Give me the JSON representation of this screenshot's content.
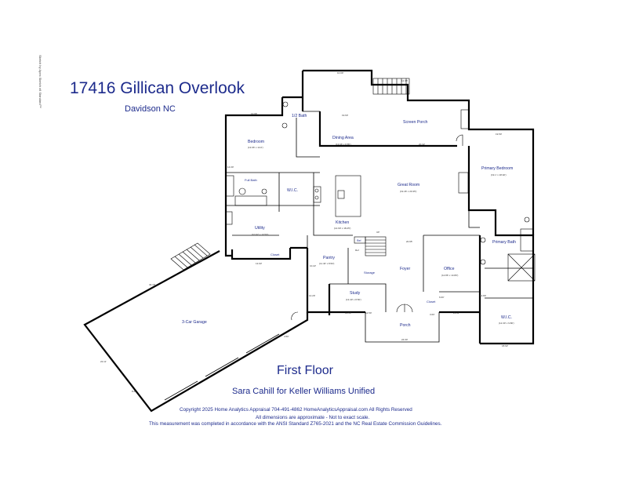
{
  "property": {
    "address": "17416 Gillican Overlook",
    "city": "Davidson NC",
    "side_credit": "Sketch by Apex Sketch v6 Standard™"
  },
  "floor": {
    "label": "First Floor",
    "agent": "Sara Cahill for Keller Williams Unified"
  },
  "footer": {
    "copyright": "Copyright 2025 Home Analytics Appraisal  704-491-4862  HomeAnalyticsAppraisal.com All Rights Reserved",
    "approx": "All dimensions are approximate - Not to exact scale.",
    "standard": "This measurement was completed in accordance with the ANSI Standard Z765-2021 and the NC Real Estate Commission Guidelines."
  },
  "rooms": {
    "half_bath": "1/2 Bath",
    "dining": "Dining Area",
    "dining_dim": "(13.96' x 8.85')",
    "screen_porch": "Screen Porch",
    "bedroom": "Bedroom",
    "bedroom_dim": "(13.96' x 14.0')",
    "full_bath": "Full Bath",
    "wic_1": "W.I.C.",
    "great_room": "Great Room",
    "great_room_dim": "(19.46' x 20.35')",
    "primary_bedroom": "Primary Bedroom",
    "primary_bedroom_dim": "(19.1' x 18.92')",
    "kitchen": "Kitchen",
    "kitchen_dim": "(14.69' x 18.25')",
    "utility": "Utility",
    "utility_dim": "(10.92' x 13.50')",
    "closet_1": "Closet",
    "pantry": "Pantry",
    "pantry_dim": "(11.40' x 8.50')",
    "storage": "Storage",
    "ref": "Ref",
    "foyer": "Foyer",
    "office": "Office",
    "office_dim": "(12.86' x 14.80')",
    "primary_bath": "Primary Bath",
    "study": "Study",
    "study_dim": "(13.40' x 8.50')",
    "closet_2": "Closet",
    "wic_2": "W.I.C.",
    "wic_2_dim": "(12.30' x 9.80')",
    "porch": "Porch",
    "garage": "3-Car Garage",
    "up": "UP",
    "ref_small": "Ref"
  },
  "dimensions": {
    "d1": "10.00'",
    "d2": "12.38'",
    "d3": "13.96'",
    "d4": "19.60'",
    "d5": "20.32'",
    "d6": "19.50'",
    "d7": "14.00'",
    "d8": "13.93'",
    "d9": "10.22'",
    "d10": "14.29'",
    "d11": "20.95'",
    "d12": "13.50'",
    "d13": "23.11'",
    "d14": "12.50'",
    "d15": "14.80'",
    "d16": "3.00'",
    "d17": "6.00'",
    "d18": "24.00'",
    "d19": "34.15'",
    "d20": "22.11'",
    "d21": "8.22'",
    "d22": "4.50'",
    "d23": "18.92'"
  },
  "colors": {
    "text_blue": "#1d2b8c",
    "wall": "#000000",
    "background": "#ffffff"
  }
}
